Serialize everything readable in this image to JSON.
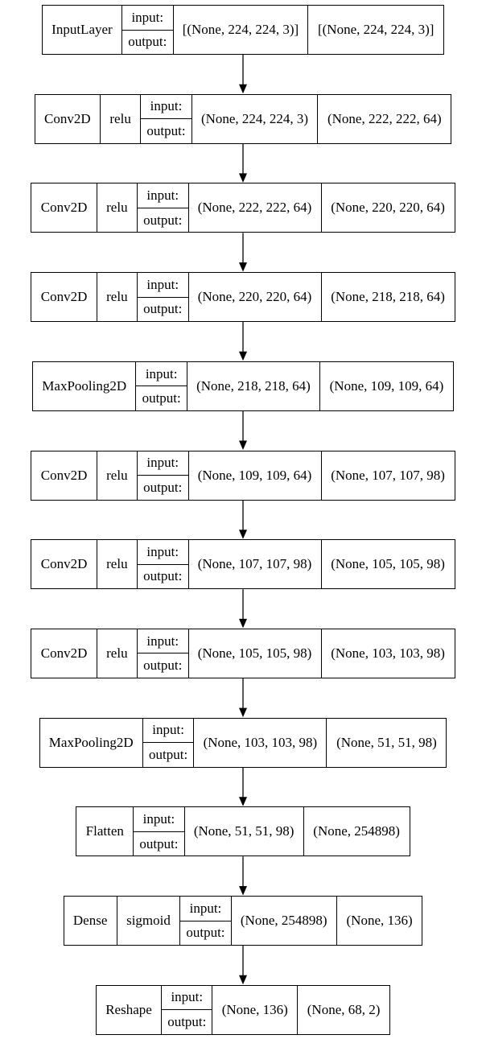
{
  "io_labels": {
    "input": "input:",
    "output": "output:"
  },
  "layers": [
    {
      "type": "InputLayer",
      "activation": "",
      "input_shape": "[(None, 224, 224, 3)]",
      "output_shape": "[(None, 224, 224, 3)]"
    },
    {
      "type": "Conv2D",
      "activation": "relu",
      "input_shape": "(None, 224, 224, 3)",
      "output_shape": "(None, 222, 222, 64)"
    },
    {
      "type": "Conv2D",
      "activation": "relu",
      "input_shape": "(None, 222, 222, 64)",
      "output_shape": "(None, 220, 220, 64)"
    },
    {
      "type": "Conv2D",
      "activation": "relu",
      "input_shape": "(None, 220, 220, 64)",
      "output_shape": "(None, 218, 218, 64)"
    },
    {
      "type": "MaxPooling2D",
      "activation": "",
      "input_shape": "(None, 218, 218, 64)",
      "output_shape": "(None, 109, 109, 64)"
    },
    {
      "type": "Conv2D",
      "activation": "relu",
      "input_shape": "(None, 109, 109, 64)",
      "output_shape": "(None, 107, 107, 98)"
    },
    {
      "type": "Conv2D",
      "activation": "relu",
      "input_shape": "(None, 107, 107, 98)",
      "output_shape": "(None, 105, 105, 98)"
    },
    {
      "type": "Conv2D",
      "activation": "relu",
      "input_shape": "(None, 105, 105, 98)",
      "output_shape": "(None, 103, 103, 98)"
    },
    {
      "type": "MaxPooling2D",
      "activation": "",
      "input_shape": "(None, 103, 103, 98)",
      "output_shape": "(None, 51, 51, 98)"
    },
    {
      "type": "Flatten",
      "activation": "",
      "input_shape": "(None, 51, 51, 98)",
      "output_shape": "(None, 254898)"
    },
    {
      "type": "Dense",
      "activation": "sigmoid",
      "input_shape": "(None, 254898)",
      "output_shape": "(None, 136)"
    },
    {
      "type": "Reshape",
      "activation": "",
      "input_shape": "(None, 136)",
      "output_shape": "(None, 68, 2)"
    }
  ]
}
